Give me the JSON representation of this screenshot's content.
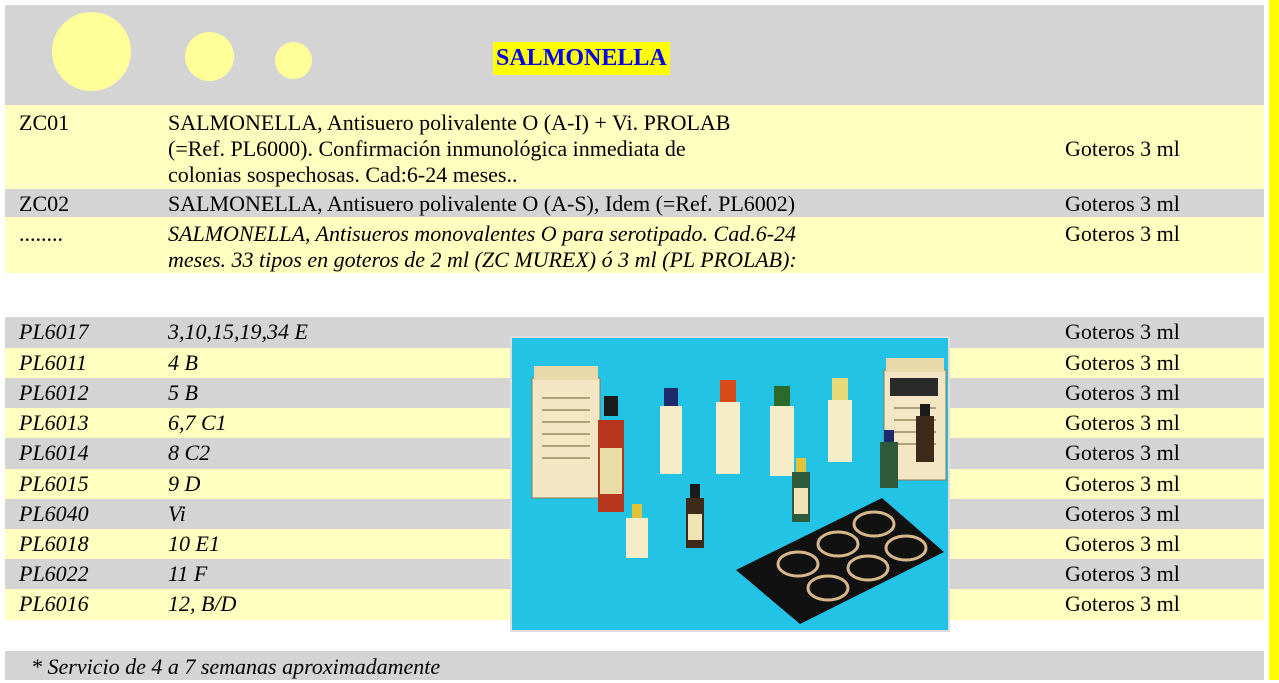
{
  "header": {
    "title": "SALMONELLA"
  },
  "rows": [
    {
      "code": "ZC01",
      "lines": [
        "SALMONELLA, Antisuero polivalente O (A-I) + Vi. PROLAB",
        "(=Ref. PL6000). Confirmación inmunológica inmediata de",
        "colonias sospechosas. Cad:6-24 meses.."
      ],
      "format": "Goteros 3 ml"
    },
    {
      "code": "ZC02",
      "lines": [
        "SALMONELLA, Antisuero polivalente O (A-S), Idem (=Ref. PL6002)"
      ],
      "format": "Goteros 3 ml"
    },
    {
      "code": "........",
      "lines": [
        "SALMONELLA, Antisueros monovalentes O para serotipado. Cad.6-24",
        "meses. 33 tipos en goteros de 2 ml (ZC MUREX) ó 3 ml (PL PROLAB):"
      ],
      "format": "Goteros 3 ml"
    },
    {
      "code": "PL6017",
      "lines": [
        "3,10,15,19,34 E"
      ],
      "format": "Goteros 3 ml"
    },
    {
      "code": "PL6011",
      "lines": [
        "4 B"
      ],
      "format": "Goteros 3 ml"
    },
    {
      "code": "PL6012",
      "lines": [
        "5 B"
      ],
      "format": "Goteros 3 ml"
    },
    {
      "code": "PL6013",
      "lines": [
        "6,7 C1"
      ],
      "format": "Goteros 3 ml"
    },
    {
      "code": "PL6014",
      "lines": [
        "8 C2"
      ],
      "format": "Goteros 3 ml"
    },
    {
      "code": "PL6015",
      "lines": [
        "9 D"
      ],
      "format": "Goteros 3 ml"
    },
    {
      "code": "PL6040",
      "lines": [
        "Vi"
      ],
      "format": "Goteros 3 ml"
    },
    {
      "code": "PL6018",
      "lines": [
        "10 E1"
      ],
      "format": "Goteros 3 ml"
    },
    {
      "code": "PL6022",
      "lines": [
        "11 F"
      ],
      "format": "Goteros 3 ml"
    },
    {
      "code": "PL6016",
      "lines": [
        "12, B/D"
      ],
      "format": "Goteros 3 ml"
    }
  ],
  "footer": {
    "note": "* Servicio de 4 a 7 semanas aproximadamente"
  },
  "colors": {
    "yellow_row": "#ffffc0",
    "gray_row": "#d4d4d4",
    "title_bg": "#ffff00",
    "title_text": "#0000ee",
    "photo_bg": "#23c3e6"
  }
}
